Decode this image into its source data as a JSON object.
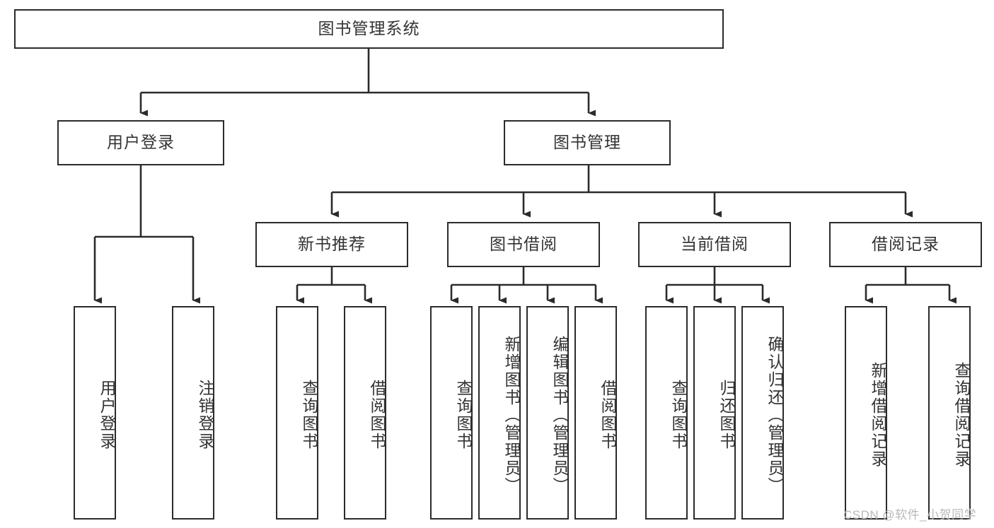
{
  "diagram": {
    "type": "tree",
    "title": "图书管理系统",
    "orientation": "top-down",
    "colors": {
      "box_border": "#2b2b2b",
      "box_fill": "#ffffff",
      "text": "#333333",
      "edge": "#2b2b2b",
      "watermark": "#b9b9b9",
      "background": "#ffffff"
    },
    "levels": {
      "level0": [
        "图书管理系统"
      ],
      "level1": [
        "用户登录",
        "图书管理"
      ],
      "level2": [
        "新书推荐",
        "图书借阅",
        "当前借阅",
        "借阅记录"
      ],
      "level3": [
        "用户登录",
        "注销登录",
        "查询图书",
        "借阅图书",
        "查询图书",
        "新增图书（管理员）",
        "编辑图书（管理员）",
        "借阅图书",
        "查询图书",
        "归还图书",
        "确认归还（管理员）",
        "新增借阅记录",
        "查询借阅记录"
      ]
    },
    "nodes": {
      "root": {
        "label": "图书管理系统"
      },
      "user_login": {
        "label": "用户登录"
      },
      "book_manage": {
        "label": "图书管理"
      },
      "new_book_rec": {
        "label": "新书推荐"
      },
      "book_borrow": {
        "label": "图书借阅"
      },
      "current_borrow": {
        "label": "当前借阅"
      },
      "borrow_record": {
        "label": "借阅记录"
      },
      "leaf_user_login": {
        "label": "用户登录"
      },
      "leaf_user_logout": {
        "label": "注销登录"
      },
      "leaf_query_book_a": {
        "label": "查询图书"
      },
      "leaf_borrow_book_a": {
        "label": "借阅图书"
      },
      "leaf_query_book_b": {
        "label": "查询图书"
      },
      "leaf_add_book": {
        "label": "新增图书（管理员）"
      },
      "leaf_edit_book": {
        "label": "编辑图书（管理员）"
      },
      "leaf_borrow_book_b": {
        "label": "借阅图书"
      },
      "leaf_query_book_c": {
        "label": "查询图书"
      },
      "leaf_return_book": {
        "label": "归还图书"
      },
      "leaf_confirm_return": {
        "label": "确认归还（管理员）"
      },
      "leaf_add_record": {
        "label": "新增借阅记录"
      },
      "leaf_query_record": {
        "label": "查询借阅记录"
      }
    },
    "edges": [
      {
        "from": "root",
        "to": "user_login"
      },
      {
        "from": "root",
        "to": "book_manage"
      },
      {
        "from": "user_login",
        "to": "leaf_user_login"
      },
      {
        "from": "user_login",
        "to": "leaf_user_logout"
      },
      {
        "from": "book_manage",
        "to": "new_book_rec"
      },
      {
        "from": "book_manage",
        "to": "book_borrow"
      },
      {
        "from": "book_manage",
        "to": "current_borrow"
      },
      {
        "from": "book_manage",
        "to": "borrow_record"
      },
      {
        "from": "new_book_rec",
        "to": "leaf_query_book_a"
      },
      {
        "from": "new_book_rec",
        "to": "leaf_borrow_book_a"
      },
      {
        "from": "book_borrow",
        "to": "leaf_query_book_b"
      },
      {
        "from": "book_borrow",
        "to": "leaf_add_book"
      },
      {
        "from": "book_borrow",
        "to": "leaf_edit_book"
      },
      {
        "from": "book_borrow",
        "to": "leaf_borrow_book_b"
      },
      {
        "from": "current_borrow",
        "to": "leaf_query_book_c"
      },
      {
        "from": "current_borrow",
        "to": "leaf_return_book"
      },
      {
        "from": "current_borrow",
        "to": "leaf_confirm_return"
      },
      {
        "from": "borrow_record",
        "to": "leaf_add_record"
      },
      {
        "from": "borrow_record",
        "to": "leaf_query_record"
      }
    ]
  },
  "watermark": {
    "text": "CSDN @软件_小贺同学"
  }
}
